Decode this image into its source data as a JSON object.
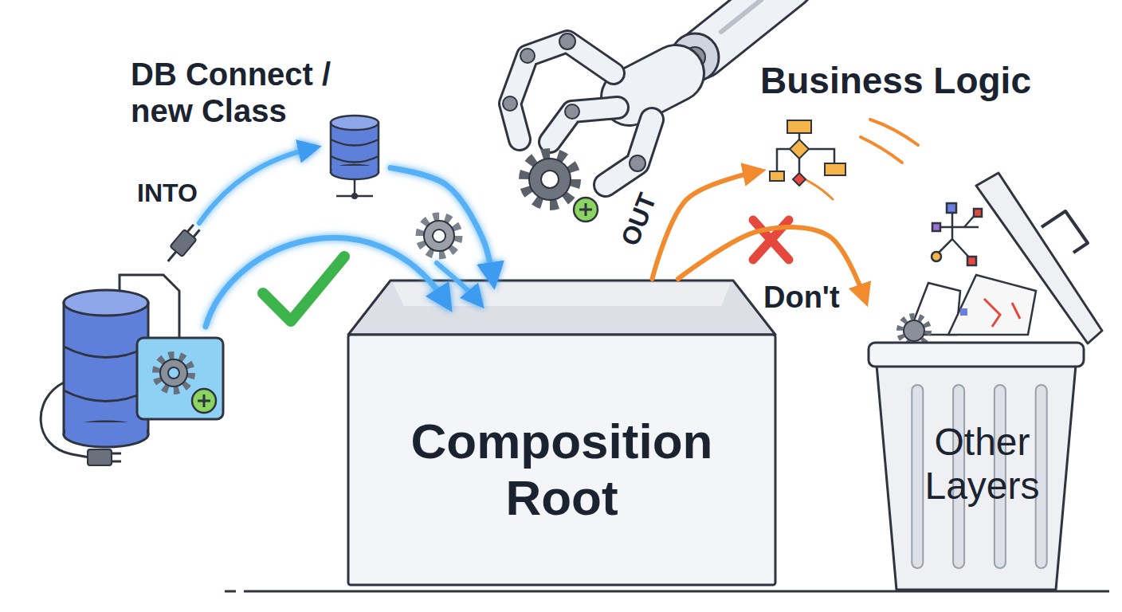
{
  "diagram": {
    "nodes": [
      {
        "text": [
          "DB Connect / new Class"
        ]
      },
      {
        "text": [
          "Composition Root"
        ]
      },
      {
        "text": [
          "Business Logic"
        ]
      },
      {
        "text": [
          "Other Layers"
        ]
      }
    ],
    "edges": [
      {
        "from": 0,
        "to": 1,
        "arrow": "to",
        "label": "INTO"
      },
      {
        "from": 1,
        "to": 2,
        "arrow": "to",
        "label": "OUT"
      },
      {
        "from": 1,
        "to": 3,
        "arrow": "to",
        "label": "Don't"
      }
    ]
  }
}
